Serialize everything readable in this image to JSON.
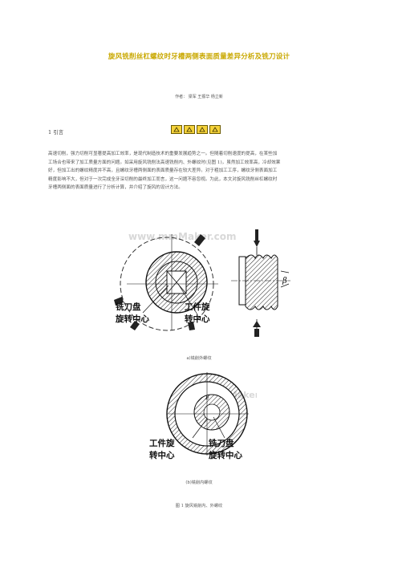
{
  "title": "旋风铣削丝杠螺纹时牙槽两侧表面质量差异分析及铣刀设计",
  "author": "作者：  梁军  王振华  杨立新",
  "section_heading": "1  引言",
  "intro_paragraph_lines": [
    "高速切削，强力切削可显著提高加工效率，是现代制造技术的重要发展趋势之一。但随着切削速度的提高，在某些加",
    "工场合也带来了加工质量方面的问题。如采用旋风铣削法高速铣削内、外螺纹时(见图 1)，虽然加工效率高，冷却效果",
    "好，但加工出的螺纹精度并不高，且螺纹牙槽两侧面的表面质量存在较大差异。对于粗加工工序，螺纹牙侧表面加工",
    "精度影响不大，但对于一次完成全牙深切削的最终加工而言，这一问题不容忽视。为此，本文对旋风铣削丝杠螺纹时",
    "牙槽两侧面的表面质量进行了分析计算，并介绍了旋风的设计方法。"
  ],
  "figure_a": {
    "label_cutter_center": [
      "铣刀盘",
      "旋转中心"
    ],
    "label_work_center": [
      "工件旋",
      "转中心"
    ],
    "beta_symbol": "β",
    "watermark": "www.mmMaker.com",
    "caption": "a)铣削外螺纹"
  },
  "figure_b": {
    "label_work_center": [
      "工件旋",
      "转中心"
    ],
    "label_cutter_center": [
      "铣刀盘",
      "旋转中心"
    ],
    "e_symbol": "E",
    "watermark": "www.mmMaker.com",
    "caption": "(b)铣削内螺纹"
  },
  "figure_caption": "图 1  旋风铣削内、外螺纹",
  "colors": {
    "title": "#c9a800",
    "stamp": "#f5d23a",
    "text": "#555555"
  }
}
